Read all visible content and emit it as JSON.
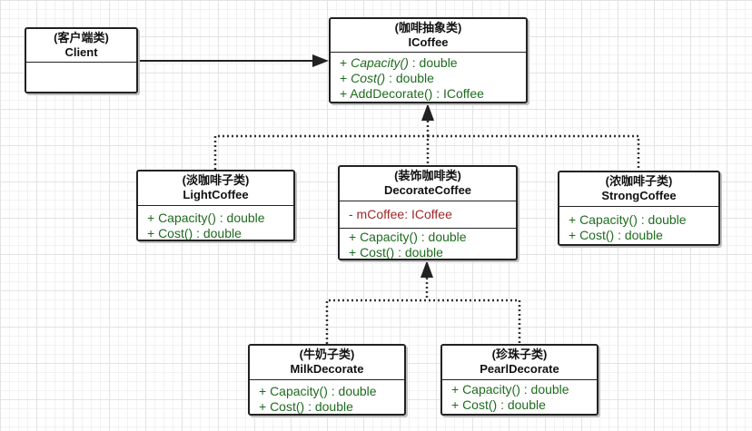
{
  "classes": {
    "client": {
      "stereotype": "(客户端类)",
      "name": "Client"
    },
    "icoffee": {
      "stereotype": "(咖啡抽象类)",
      "name": "ICoffee",
      "methods": [
        {
          "prefix": "+ ",
          "name": "Capacity()",
          "suffix": " : double"
        },
        {
          "prefix": "+ ",
          "name": "Cost()",
          "suffix": " : double"
        },
        {
          "prefix": "+ ",
          "name": "AddDecorate()",
          "suffix": " : ICoffee"
        }
      ]
    },
    "light": {
      "stereotype": "(淡咖啡子类)",
      "name": "LightCoffee",
      "methods": [
        "+ Capacity() : double",
        "+ Cost() : double"
      ]
    },
    "decorate": {
      "stereotype": "(装饰咖啡类)",
      "name": "DecorateCoffee",
      "attributes": [
        "- mCoffee: ICoffee"
      ],
      "methods": [
        "+ Capacity() : double",
        "+ Cost() : double"
      ]
    },
    "strong": {
      "stereotype": "(浓咖啡子类)",
      "name": "StrongCoffee",
      "methods": [
        "+ Capacity() : double",
        "+ Cost() : double"
      ]
    },
    "milk": {
      "stereotype": "(牛奶子类)",
      "name": "MilkDecorate",
      "methods": [
        "+ Capacity() : double",
        "+ Cost() : double"
      ]
    },
    "pearl": {
      "stereotype": "(珍珠子类)",
      "name": "PearlDecorate",
      "methods": [
        "+ Capacity() : double",
        "+ Cost() : double"
      ]
    }
  },
  "colors": {
    "method": "#1e6b1e",
    "attribute": "#a02828",
    "border": "#222222"
  }
}
